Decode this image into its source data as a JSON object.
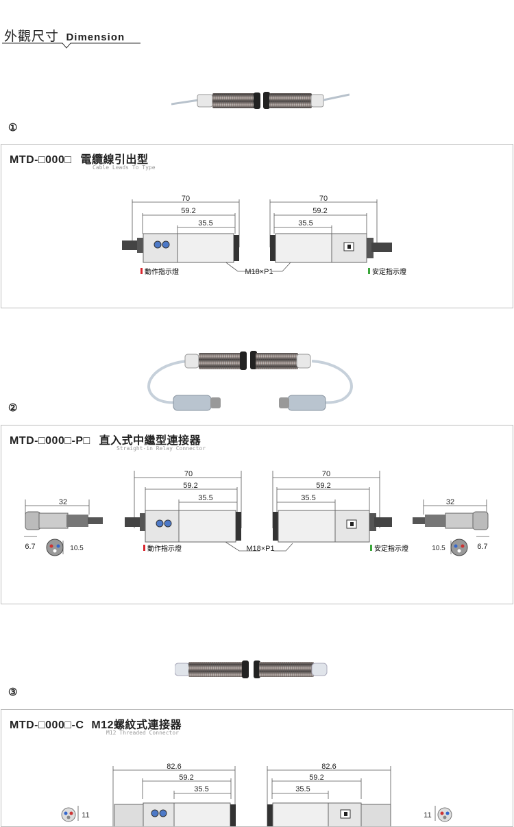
{
  "header": {
    "title_zh": "外觀尺寸",
    "title_en": "Dimension"
  },
  "sections": [
    {
      "number": "①",
      "model": "MTD-□000□",
      "type_zh": "電纜線引出型",
      "type_en": "Cable Leads To Type",
      "dims": {
        "overall": "70",
        "body": "59.2",
        "thread": "35.5"
      },
      "labels": {
        "action_led": "動作指示燈",
        "thread": "M18×P1",
        "stable_led": "安定指示燈"
      }
    },
    {
      "number": "②",
      "model": "MTD-□000□-P□",
      "type_zh": "直入式中繼型連接器",
      "type_en": "Straight-in Relay Connector",
      "dims": {
        "overall": "70",
        "body": "59.2",
        "thread": "35.5",
        "connector_len": "32",
        "pin_gap": "6.7",
        "connector_dia": "10.5"
      },
      "labels": {
        "action_led": "動作指示燈",
        "thread": "M18×P1",
        "stable_led": "安定指示燈"
      }
    },
    {
      "number": "③",
      "model": "MTD-□000□-C",
      "type_zh": "M12螺紋式連接器",
      "type_en": "M12 Threaded Connector",
      "dims": {
        "overall": "82.6",
        "body": "59.2",
        "thread": "35.5",
        "connector_dia": "11"
      }
    }
  ],
  "colors": {
    "action_led": "#d8262e",
    "stable_led": "#3aa63a",
    "border": "#bcbcbc"
  }
}
